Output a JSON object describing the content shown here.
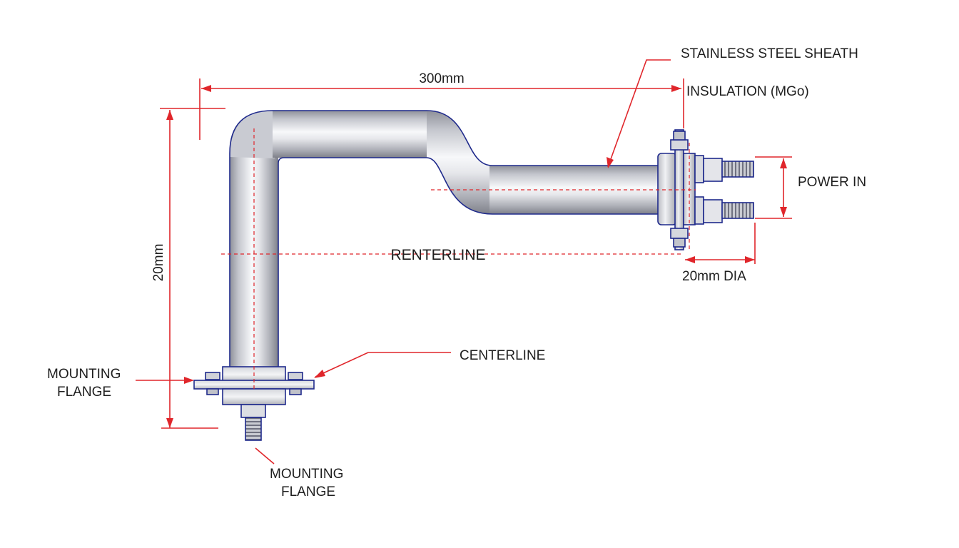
{
  "labels": {
    "dim_length": "300mm",
    "dim_height": "20mm",
    "sheath": "STAINLESS STEEL SHEATH",
    "insulation": "INSULATION (MGo)",
    "power_in": "POWER IN",
    "renterline": "RENTERLINE",
    "dia": "20mm DIA",
    "centerline": "CENTERLINE",
    "flange_left_1": "MOUNTING",
    "flange_left_2": "FLANGE",
    "flange_bottom_1": "MOUNTING",
    "flange_bottom_2": "FLANGE"
  },
  "colors": {
    "dimension": "#e0262b",
    "outline": "#1f2a8c",
    "metal_light": "#f4f5f8",
    "metal_dark": "#9a9ca6",
    "text": "#1e1e1e"
  }
}
